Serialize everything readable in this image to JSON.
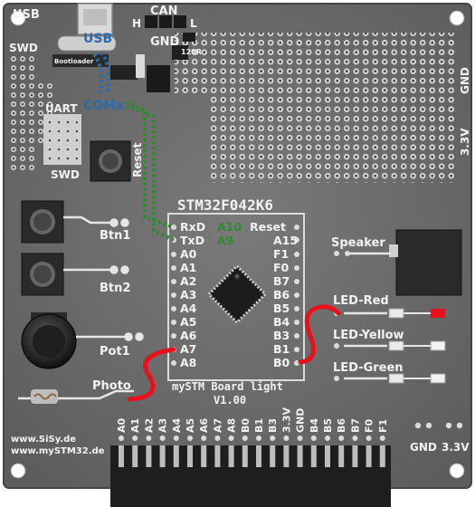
{
  "board": {
    "title": "STM32F042K6",
    "subtitle_line1": "mySTM Board light",
    "subtitle_line2": "V1.00",
    "url1": "www.SiSy.de",
    "url2": "www.mySTM32.de"
  },
  "top": {
    "usb_left": "USB",
    "h": "H",
    "can": "CAN",
    "l": "L",
    "gnd": "GND",
    "r120": "120R",
    "swd_top": "SWD",
    "uart": "UART",
    "swd_bottom": "SWD",
    "reset": "Reset",
    "bootloader": "Bootloader"
  },
  "overlay": {
    "usb": "USB",
    "comx": "COMx"
  },
  "right_edge": {
    "gnd": "GND",
    "v33": "3.3V"
  },
  "controls": {
    "btn1": "Btn1",
    "btn2": "Btn2",
    "pot1": "Pot1",
    "photo": "Photo",
    "speaker": "Speaker",
    "led_red": "LED-Red",
    "led_yellow": "LED-Yellow",
    "led_green": "LED-Green"
  },
  "pins_left": [
    "RxD",
    "TxD",
    "A0",
    "A1",
    "A2",
    "A3",
    "A4",
    "A5",
    "A6",
    "A7",
    "A8"
  ],
  "pins_left_alt": [
    "A10",
    "A9"
  ],
  "pins_right": [
    "Reset",
    "A15",
    "F1",
    "F0",
    "B7",
    "B6",
    "B5",
    "B4",
    "B3",
    "B1",
    "B0"
  ],
  "header_pins": [
    "A0",
    "A1",
    "A2",
    "A3",
    "A4",
    "A5",
    "A6",
    "A7",
    "A8",
    "B0",
    "B1",
    "B3",
    "3.3V",
    "GND",
    "B4",
    "B5",
    "B6",
    "B7",
    "F0",
    "F1"
  ],
  "header_right": {
    "gnd": "GND",
    "v33": "3.3V"
  },
  "colors": {
    "board": "#6f6f6f",
    "wire_red": "#e8101a",
    "wire_green": "#2f8a2f",
    "label_blue": "#2b6bb0"
  }
}
